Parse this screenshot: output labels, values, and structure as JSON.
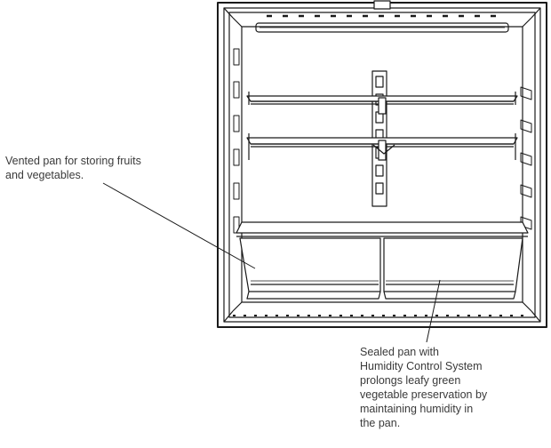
{
  "callouts": {
    "vented_pan": {
      "lines": [
        "Vented pan for storing fruits",
        "and vegetables."
      ]
    },
    "sealed_pan": {
      "lines": [
        "Sealed pan with",
        "Humidity Control System",
        "prolongs leafy green",
        "vegetable preservation by",
        "maintaining humidity in",
        "the pan."
      ]
    }
  },
  "colors": {
    "line": "#1a1a1a",
    "text": "#3a3a3a",
    "background": "#ffffff"
  }
}
